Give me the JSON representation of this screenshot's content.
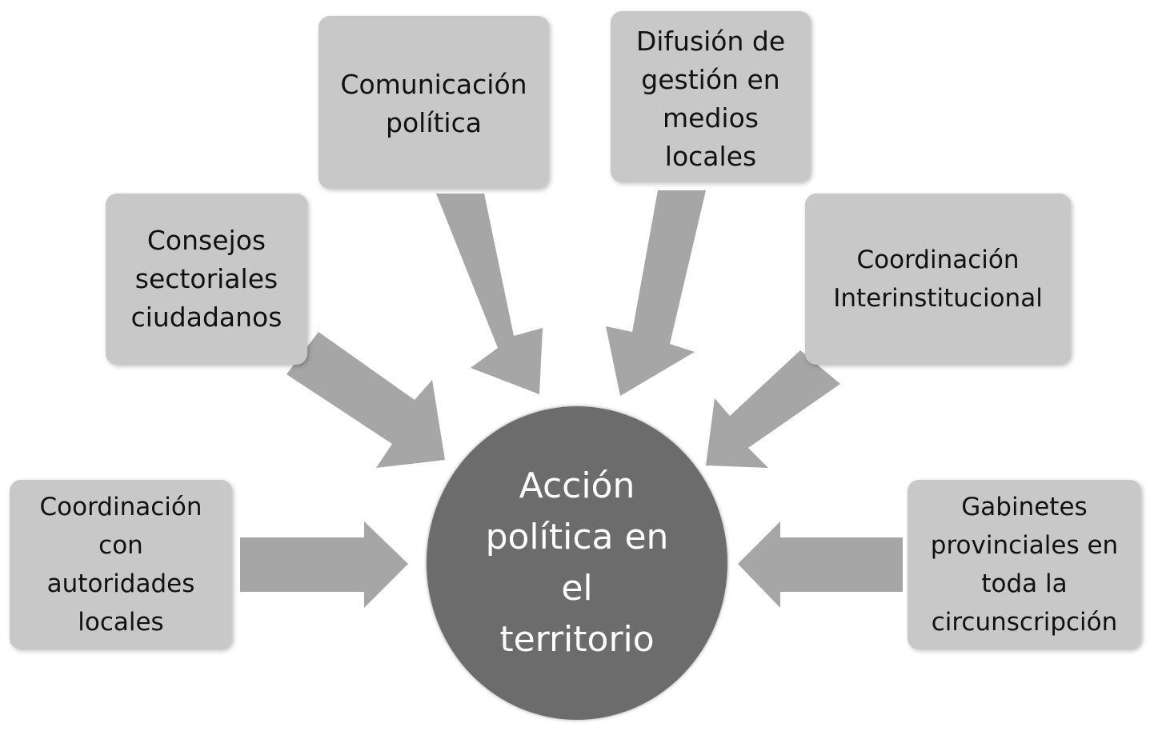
{
  "center": {
    "lines": [
      "Acción",
      "política en",
      "el",
      "territorio"
    ]
  },
  "nodes": {
    "comunicacion": {
      "lines": [
        "Comunicación",
        "política"
      ]
    },
    "difusion": {
      "lines": [
        "Difusión de",
        "gestión en",
        "medios",
        "locales"
      ]
    },
    "consejos": {
      "lines": [
        "Consejos",
        "sectoriales",
        "ciudadanos"
      ]
    },
    "coordinacion_inter": {
      "lines": [
        "Coordinación",
        "Interinstitucional"
      ]
    },
    "coordinacion_local": {
      "lines": [
        "Coordinación",
        "con",
        "autoridades",
        "locales"
      ]
    },
    "gabinetes": {
      "lines": [
        "Gabinetes",
        "provinciales en",
        "toda la",
        "circunscripción"
      ]
    }
  },
  "colors": {
    "box": "#c8c8c8",
    "arrow": "#a6a6a6",
    "circle": "#6c6c6c",
    "circle_text": "#ffffff"
  }
}
